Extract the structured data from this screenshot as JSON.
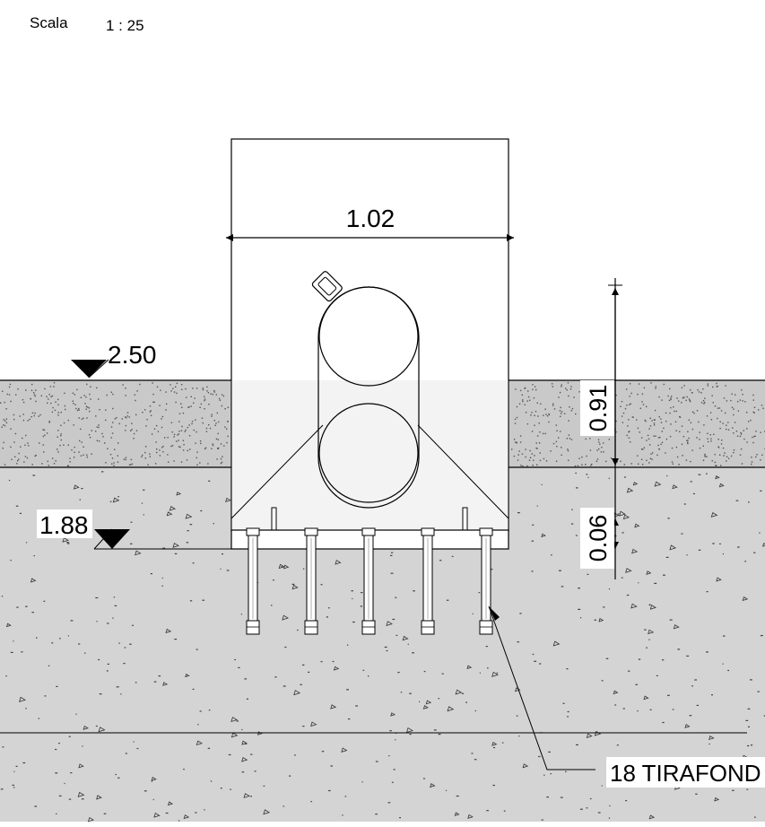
{
  "header": {
    "scale_label": "Scala",
    "scale_value": "1 : 25"
  },
  "dimensions": {
    "width": "1.02",
    "height_upper": "0.91",
    "height_lower": "0.06"
  },
  "levels": {
    "ground": "2.50",
    "base": "1.88"
  },
  "callout": {
    "anchors": "18 TIRAFOND"
  },
  "colors": {
    "soil_top": "#c9c9c9",
    "soil_bottom": "#d4d4d4",
    "line": "#000000"
  }
}
